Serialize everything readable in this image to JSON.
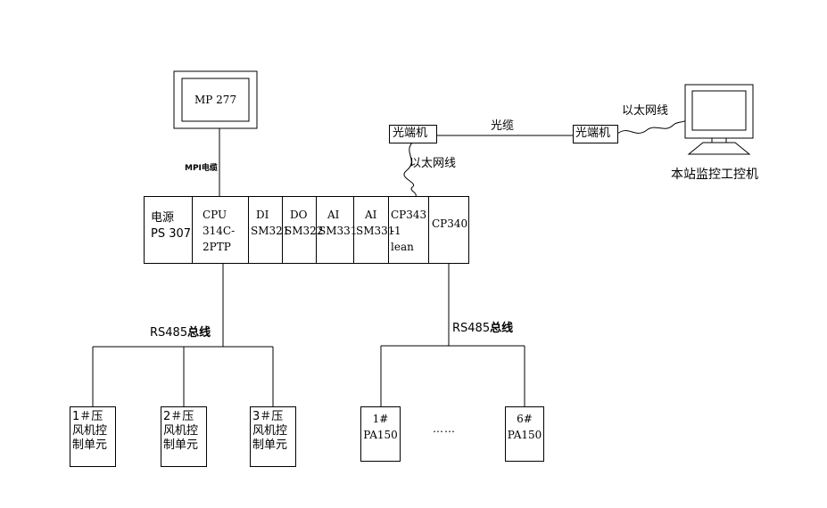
{
  "hmi": {
    "label": "MP 277"
  },
  "mpi_cable": {
    "label": "MPI电缆"
  },
  "fiber_converter_left": {
    "label": "光端机"
  },
  "fiber_converter_right": {
    "label": "光端机"
  },
  "fiber_cable": {
    "label": "光缆"
  },
  "ethernet_left": {
    "label": "以太网线"
  },
  "ethernet_right": {
    "label": "以太网线"
  },
  "workstation": {
    "label": "本站监控工控机"
  },
  "rack": {
    "modules": [
      {
        "line1": "电源",
        "line2": "PS 307",
        "line3": ""
      },
      {
        "line1": "CPU",
        "line2": "314C-",
        "line3": "2PTP"
      },
      {
        "line1": "DI",
        "line2": "SM321",
        "line3": ""
      },
      {
        "line1": "DO",
        "line2": "SM322",
        "line3": ""
      },
      {
        "line1": "AI",
        "line2": "SM331",
        "line3": ""
      },
      {
        "line1": "AI",
        "line2": "SM331",
        "line3": ""
      },
      {
        "line1": "CP343",
        "line2": "-1",
        "line3": "lean"
      },
      {
        "line1": "CP340",
        "line2": "",
        "line3": ""
      }
    ]
  },
  "bus_left": {
    "prefix": "RS485",
    "suffix": "总线"
  },
  "bus_right": {
    "prefix": "RS485",
    "suffix": "总线"
  },
  "compressor_units": [
    {
      "line1": "1＃压",
      "line2": "风机控",
      "line3": "制单元"
    },
    {
      "line1": "2＃压",
      "line2": "风机控",
      "line3": "制单元"
    },
    {
      "line1": "3＃压",
      "line2": "风机控",
      "line3": "制单元"
    }
  ],
  "pa_units": [
    {
      "line1": "1#",
      "line2": "PA150"
    },
    {
      "line1": "6#",
      "line2": "PA150"
    }
  ],
  "ellipsis": {
    "label": "……"
  }
}
